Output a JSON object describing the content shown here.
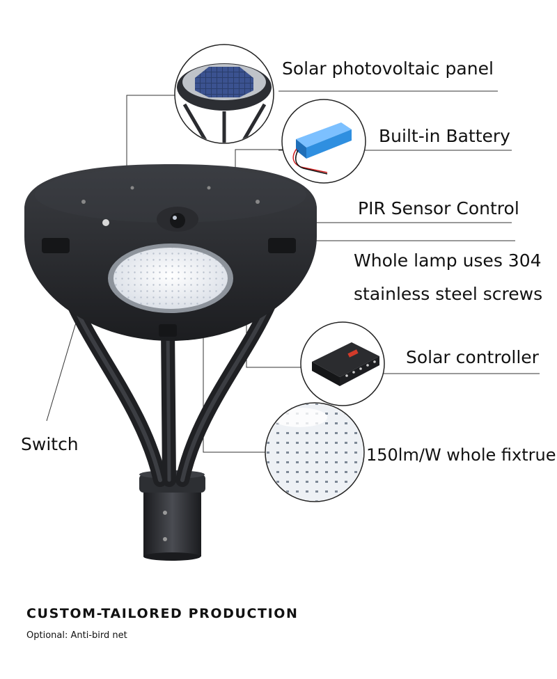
{
  "labels": {
    "solar_panel": "Solar photovoltaic panel",
    "battery": "Built-in Battery",
    "pir": "PIR Sensor Control",
    "screws_line1": "Whole lamp uses 304",
    "screws_line2": "stainless steel screws",
    "controller": "Solar controller",
    "switch": "Switch",
    "fixture": "150lm/W whole fixtrue"
  },
  "heading": "CUSTOM-TAILORED PRODUCTION",
  "optional_note": "Optional: Anti-bird net",
  "colors": {
    "lamp_body": "#2c2e32",
    "battery_blue": "#2f8fe0",
    "leader_line": "#333333"
  }
}
